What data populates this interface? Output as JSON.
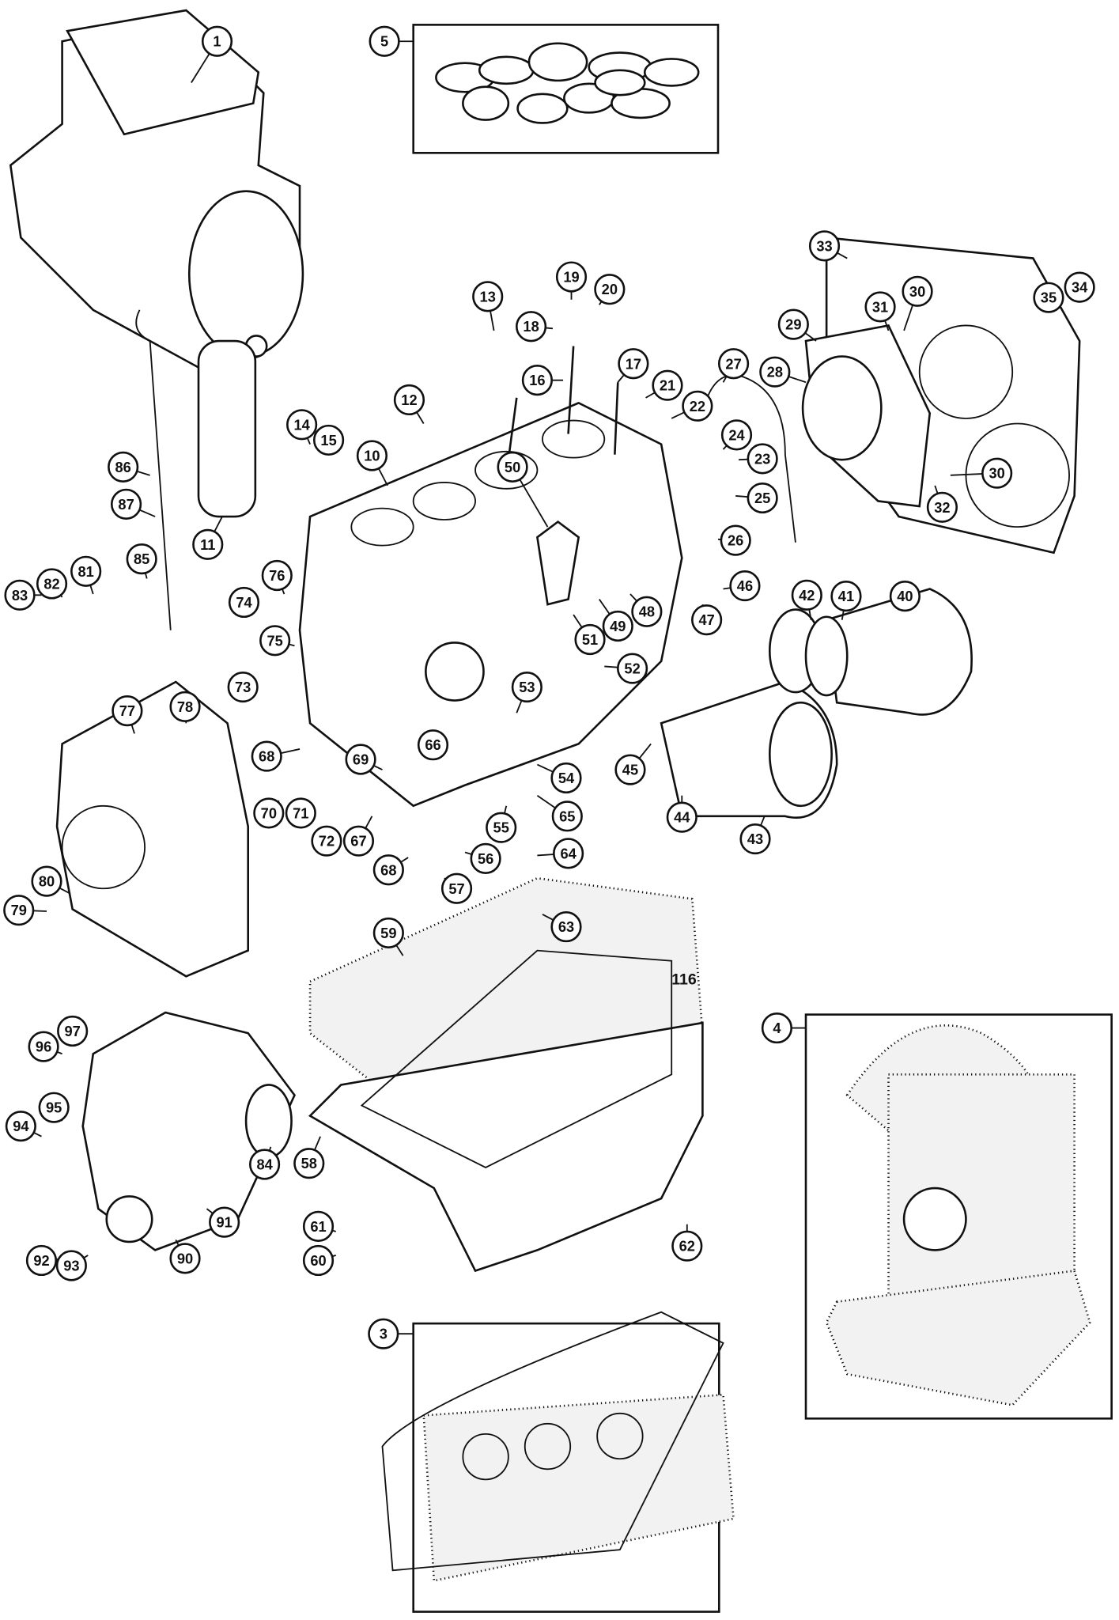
{
  "diagram": {
    "type": "exploded-parts-diagram",
    "callouts": [
      "1",
      "5",
      "33",
      "34",
      "35",
      "19",
      "20",
      "13",
      "18",
      "31",
      "30",
      "29",
      "16",
      "17",
      "21",
      "27",
      "28",
      "22",
      "12",
      "14",
      "15",
      "24",
      "23",
      "86",
      "10",
      "50",
      "30",
      "87",
      "25",
      "32",
      "26",
      "11",
      "85",
      "76",
      "82",
      "81",
      "83",
      "42",
      "41",
      "40",
      "46",
      "74",
      "48",
      "47",
      "49",
      "51",
      "75",
      "52",
      "73",
      "78",
      "53",
      "77",
      "66",
      "45",
      "68",
      "69",
      "54",
      "70",
      "71",
      "65",
      "55",
      "44",
      "43",
      "72",
      "67",
      "68",
      "56",
      "64",
      "57",
      "80",
      "63",
      "79",
      "59",
      "4",
      "97",
      "96",
      "95",
      "94",
      "84",
      "58",
      "91",
      "61",
      "62",
      "90",
      "93",
      "60",
      "92",
      "3"
    ],
    "printed_label": "116"
  }
}
